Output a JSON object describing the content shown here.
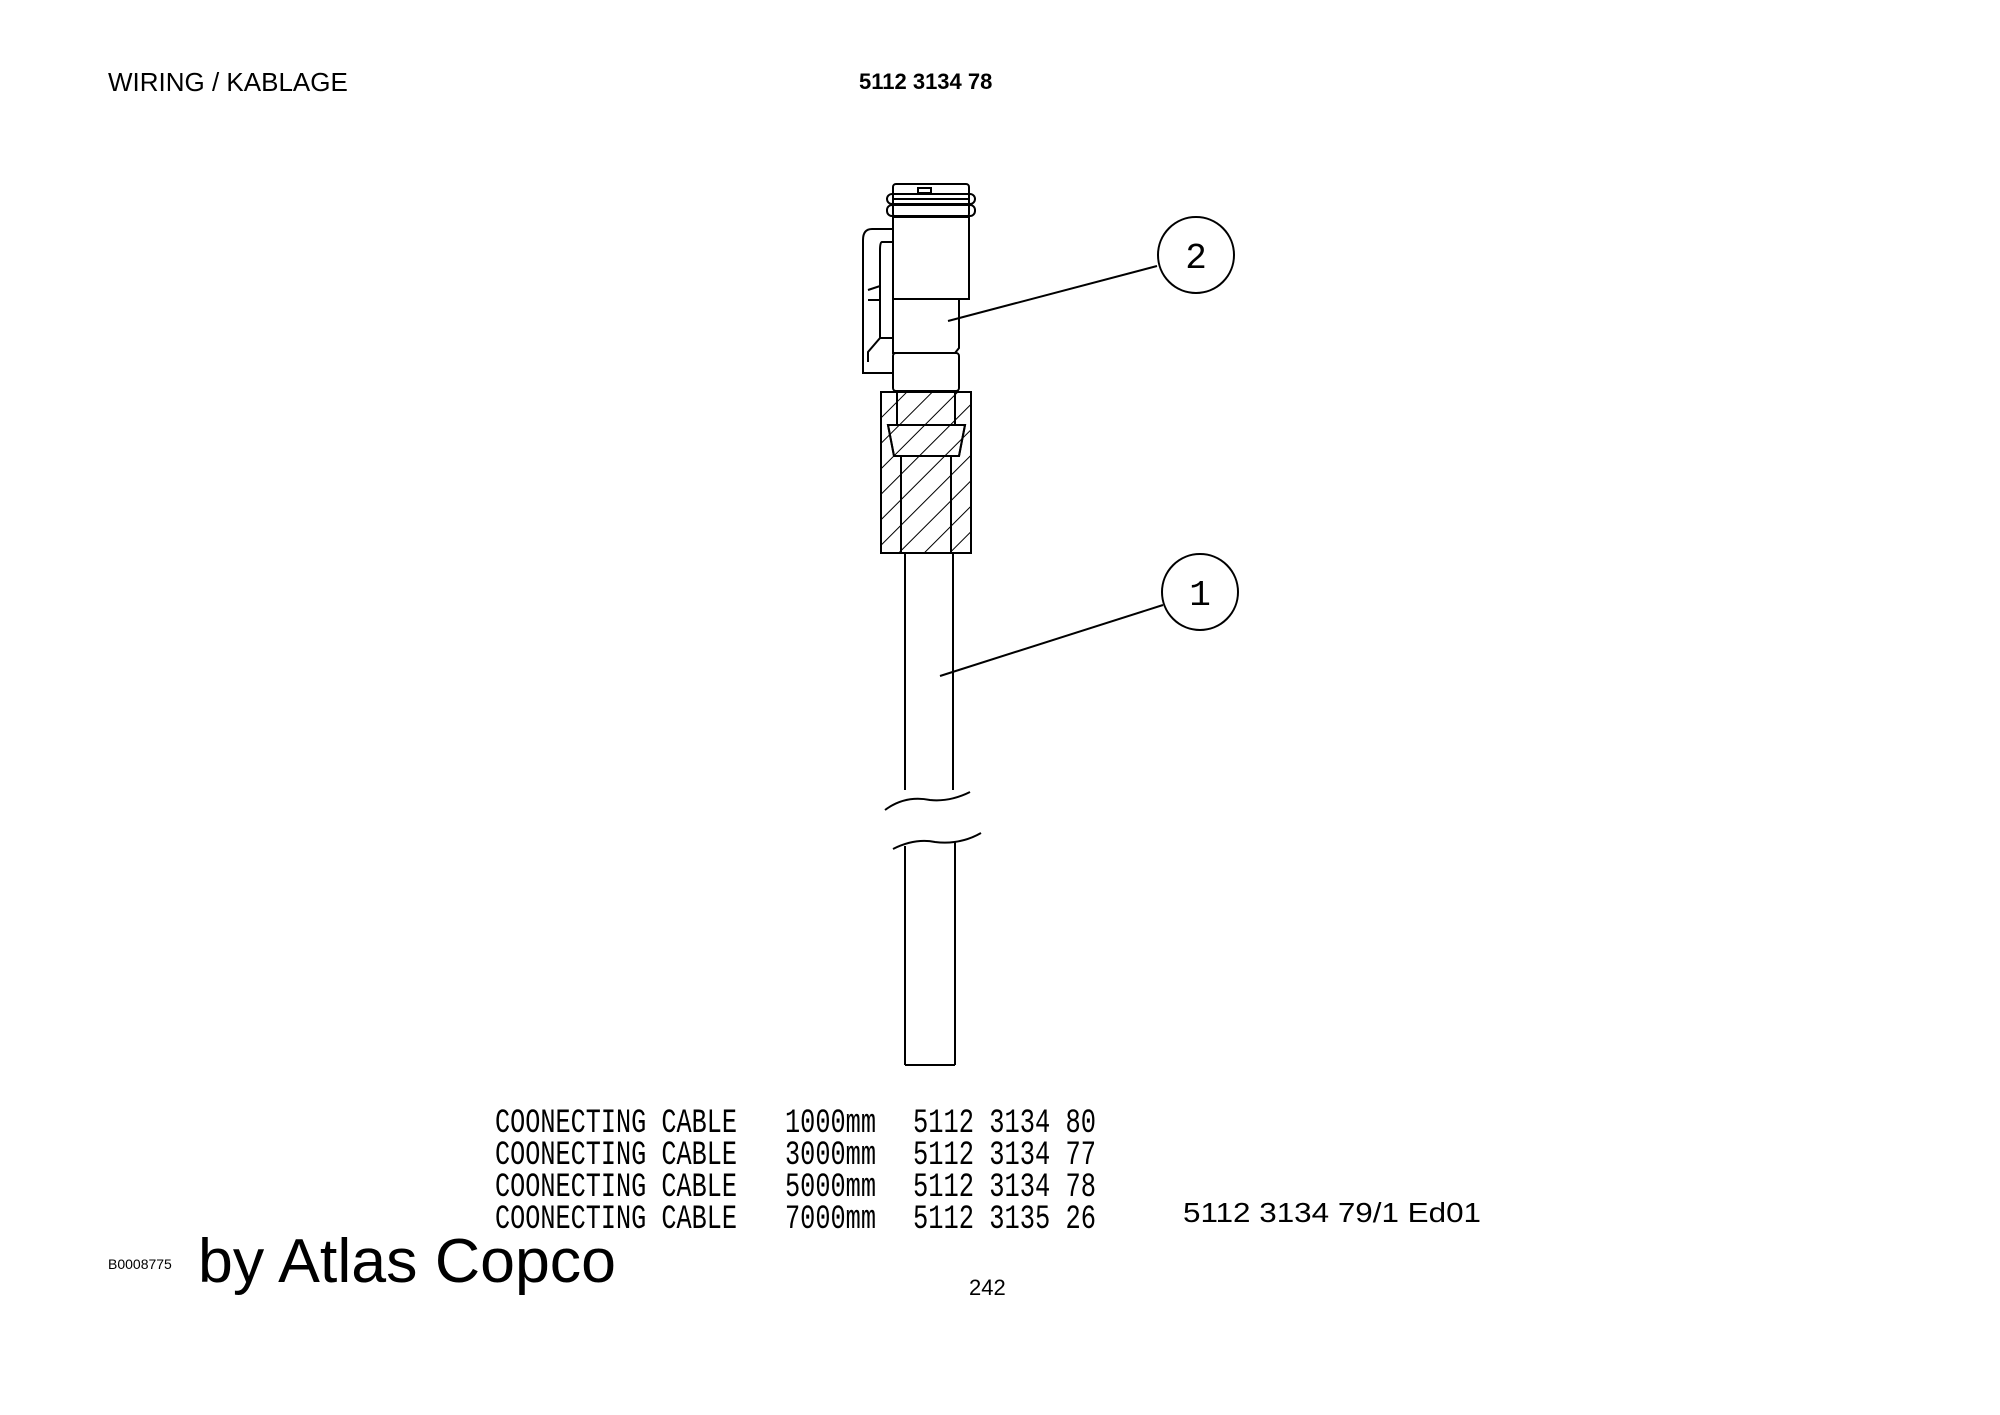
{
  "header": {
    "section_title": "WIRING / KABLAGE",
    "part_number": "5112 3134 78"
  },
  "drawing": {
    "balloons": [
      {
        "label": "2",
        "refers_to": "connector"
      },
      {
        "label": "1",
        "refers_to": "cable"
      }
    ]
  },
  "parts_table": [
    {
      "description": "COONECTING CABLE",
      "length": "1000mm",
      "part_no": "5112 3134 80"
    },
    {
      "description": "COONECTING CABLE",
      "length": "3000mm",
      "part_no": "5112 3134 77"
    },
    {
      "description": "COONECTING CABLE",
      "length": "5000mm",
      "part_no": "5112 3134 78"
    },
    {
      "description": "COONECTING CABLE",
      "length": "7000mm",
      "part_no": "5112 3135 26"
    }
  ],
  "footer": {
    "drawing_ref": "5112 3134 79/1  Ed01",
    "image_code": "B0008775",
    "watermark": "by Atlas Copco",
    "page_number": "242"
  }
}
